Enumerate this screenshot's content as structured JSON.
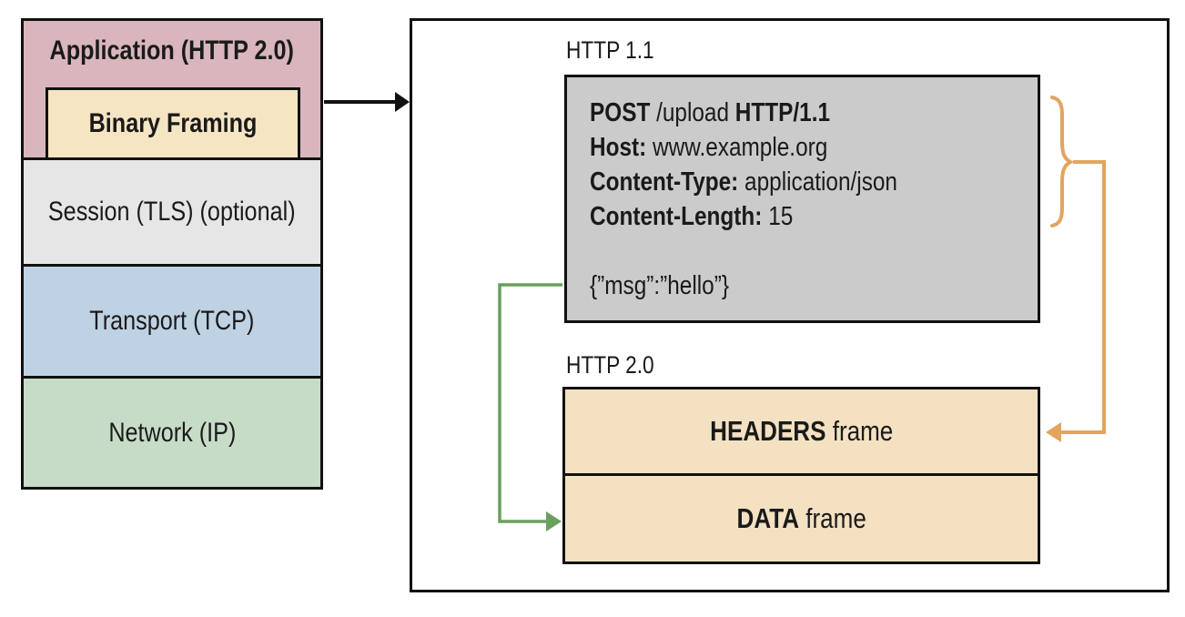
{
  "colors": {
    "application_pink": "#d9b6bc",
    "binary_framing_tan": "#f6e5c3",
    "session_gray": "#e6e6e6",
    "transport_blue": "#bfd2e4",
    "network_green": "#c6dcc7",
    "request_box_gray": "#cbcbcb",
    "frame_tan": "#f3e1c2",
    "arrow_orange": "#e2a55e",
    "arrow_green": "#6aa05e",
    "arrow_black": "#111111"
  },
  "stack": {
    "application": {
      "label": "Application (HTTP 2.0)"
    },
    "binary_framing": {
      "label": "Binary Framing"
    },
    "session": {
      "label": "Session (TLS) (optional)"
    },
    "transport": {
      "label": "Transport (TCP)"
    },
    "network": {
      "label": "Network (IP)"
    }
  },
  "panel": {
    "http11_title": "HTTP 1.1",
    "http20_title": "HTTP 2.0",
    "request": {
      "method": "POST",
      "path": " /upload ",
      "version": "HTTP/1.1",
      "host_label": "Host:",
      "host_value": " www.example.org",
      "content_type_label": "Content-Type:",
      "content_type_value": " application/json",
      "content_length_label": "Content-Length:",
      "content_length_value": " 15",
      "body": "{”msg”:”hello”}"
    },
    "frames": {
      "headers_bold": "HEADERS",
      "headers_rest": " frame",
      "data_bold": "DATA",
      "data_rest": " frame"
    }
  }
}
